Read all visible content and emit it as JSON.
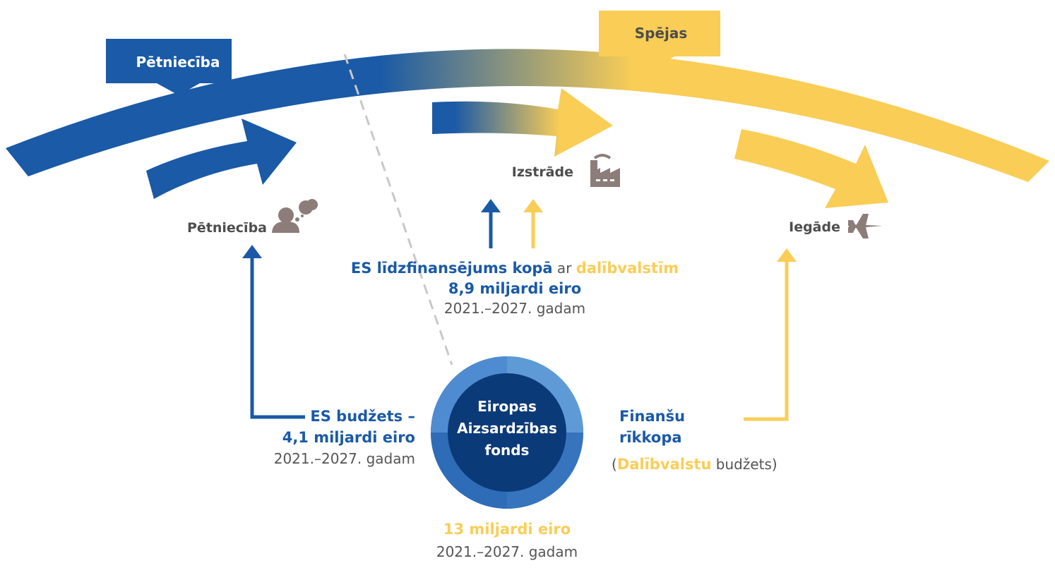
{
  "colors": {
    "blue": "#1a5aa6",
    "dark_blue": "#0b3a78",
    "yellow": "#f9cd56",
    "grey_text": "#4d4d4d",
    "icon_brown": "#8d7d7a"
  },
  "banners": {
    "left": "Pētniecība",
    "right": "Spējas"
  },
  "stages": {
    "research": {
      "label": "Pētniecība",
      "icon": "thinking-person-icon"
    },
    "development": {
      "label": "Izstrāde",
      "icon": "factory-icon"
    },
    "acquisition": {
      "label": "Iegāde",
      "icon": "fighter-jet-icon"
    }
  },
  "cofinancing": {
    "part1": "ES līdzfinansējums kopā",
    "part2": " ar ",
    "part3": "dalībvalstīm",
    "amount": "8,9 miljardi eiro",
    "period": "2021.–2027. gadam"
  },
  "eu_budget": {
    "line1": "ES budžets –",
    "line2": "4,1 miljardi eiro",
    "period": "2021.–2027. gadam"
  },
  "fund": {
    "line1": "Eiropas",
    "line2": "Aizsardzības",
    "line3": "fonds"
  },
  "toolbox": {
    "line1": "Finanšu",
    "line2": "rīkkopa",
    "paren_open": "(",
    "member": "Dalībvalstu",
    "budget": " budžets)"
  },
  "total": {
    "amount": "13 miljardi eiro",
    "period": "2021.–2027. gadam"
  }
}
